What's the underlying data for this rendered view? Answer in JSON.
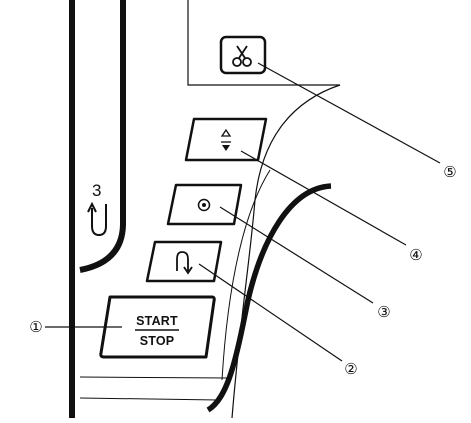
{
  "panel": {
    "thread_guide_number": "3",
    "buttons": {
      "start_stop": {
        "label_top": "START",
        "label_bottom": "STOP"
      },
      "reverse": {
        "icon": "reverse-stitch-icon"
      },
      "lock": {
        "icon": "lock-stitch-dot-icon"
      },
      "needle_up_down": {
        "icon": "needle-up-down-icon"
      },
      "thread_cutter": {
        "icon": "scissors-icon"
      }
    }
  },
  "callouts": [
    {
      "id": "1",
      "label": "①"
    },
    {
      "id": "2",
      "label": "②"
    },
    {
      "id": "3",
      "label": "③"
    },
    {
      "id": "4",
      "label": "④"
    },
    {
      "id": "5",
      "label": "⑤"
    }
  ],
  "colors": {
    "line": "#111111",
    "background": "#ffffff"
  }
}
